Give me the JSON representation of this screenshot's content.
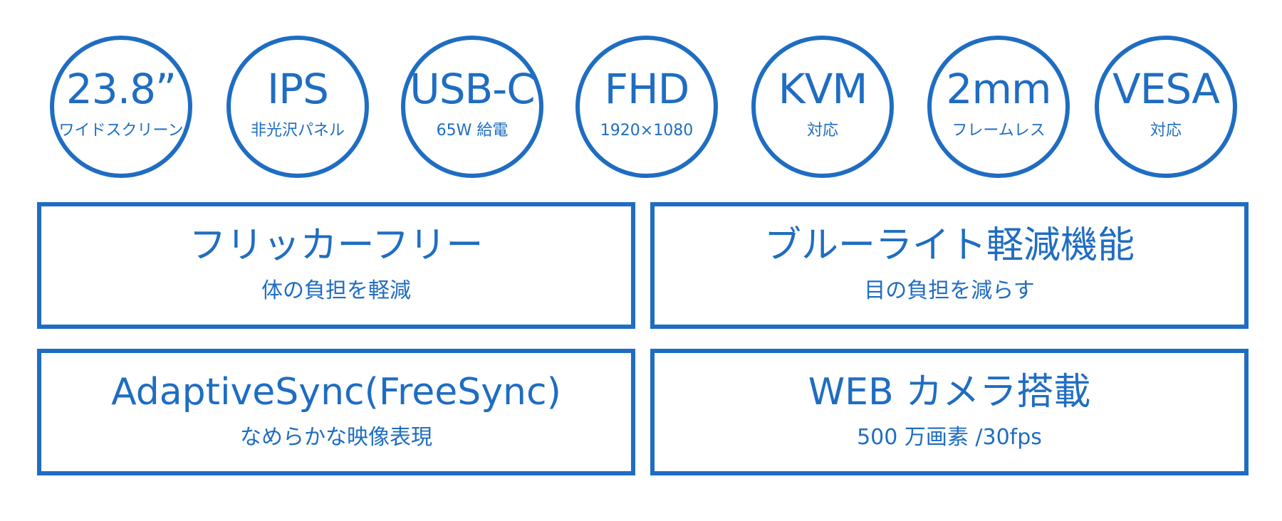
{
  "features": [
    {
      "main": "23.8”",
      "sub": "ワイドスクリーン"
    },
    {
      "main": "IPS",
      "sub": "非光沢パネル"
    },
    {
      "main": "USB-C",
      "sub": "65W 給電"
    },
    {
      "main": "FHD",
      "sub": "1920×1080"
    },
    {
      "main": "KVM",
      "sub": "対応"
    },
    {
      "main": "2mm",
      "sub": "フレームレス"
    },
    {
      "main": "VESA",
      "sub": "対応"
    }
  ],
  "cards": [
    {
      "title": "フリッカーフリー",
      "subtitle": "体の負担を軽減"
    },
    {
      "title": "ブルーライト軽減機能",
      "subtitle": "目の負担を減らす"
    },
    {
      "title": "AdaptiveSync(FreeSync)",
      "subtitle": "なめらかな映像表現"
    },
    {
      "title": "WEB カメラ搭載",
      "subtitle": "500 万画素 /30fps"
    }
  ],
  "accent_color": "#1f6dc2"
}
